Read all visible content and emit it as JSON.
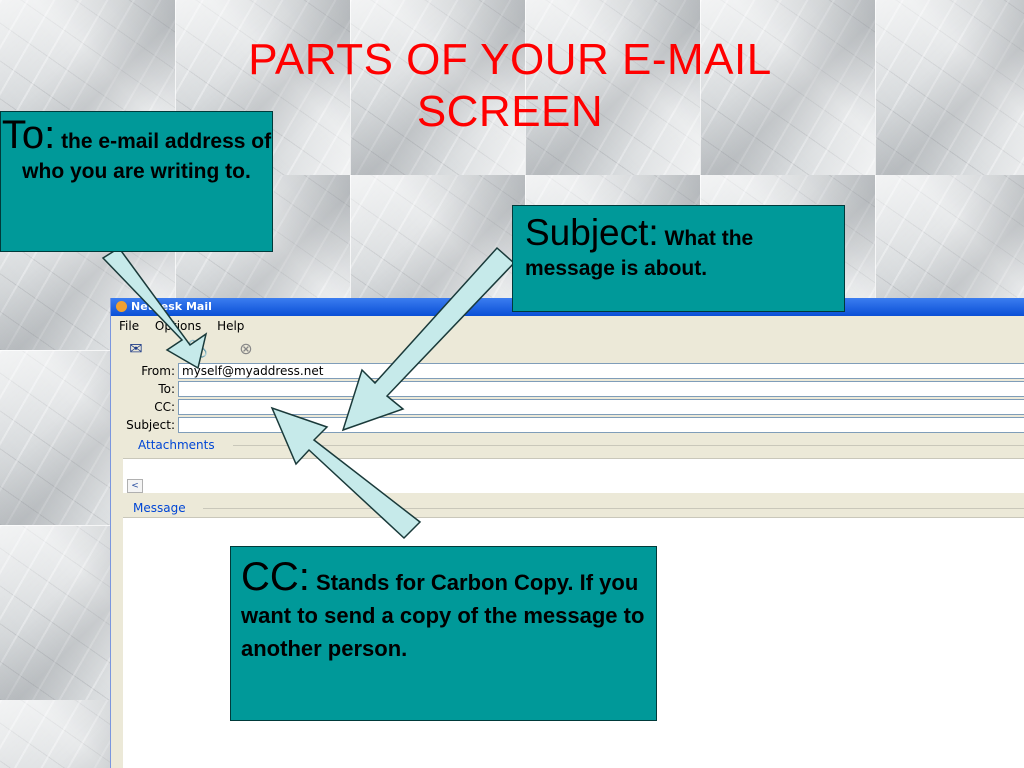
{
  "title": "PARTS OF YOUR E-MAIL SCREEN",
  "window": {
    "title": "Netdesk Mail",
    "menu": [
      "File",
      "Options",
      "Help"
    ],
    "from_label": "From:",
    "from_value": "myself@myaddress.net",
    "to_label": "To:",
    "cc_label": "CC:",
    "subject_label": "Subject:",
    "attachments_label": "Attachments",
    "message_label": "Message",
    "scroll_left": "<"
  },
  "callouts": {
    "to": {
      "term": "To:",
      "text": "the e-mail address of who you are writing to."
    },
    "subject": {
      "term": "Subject:",
      "text": "What the message is about."
    },
    "cc": {
      "term": "CC:",
      "text": "Stands for Carbon Copy. If you want to send a copy of the message to another person."
    }
  },
  "colors": {
    "title": "#ff0000",
    "callout_bg": "#009999",
    "arrow_fill": "#c6eaea"
  },
  "icons": [
    "send-mail-icon",
    "attach-icon",
    "remove-attachment-icon"
  ]
}
